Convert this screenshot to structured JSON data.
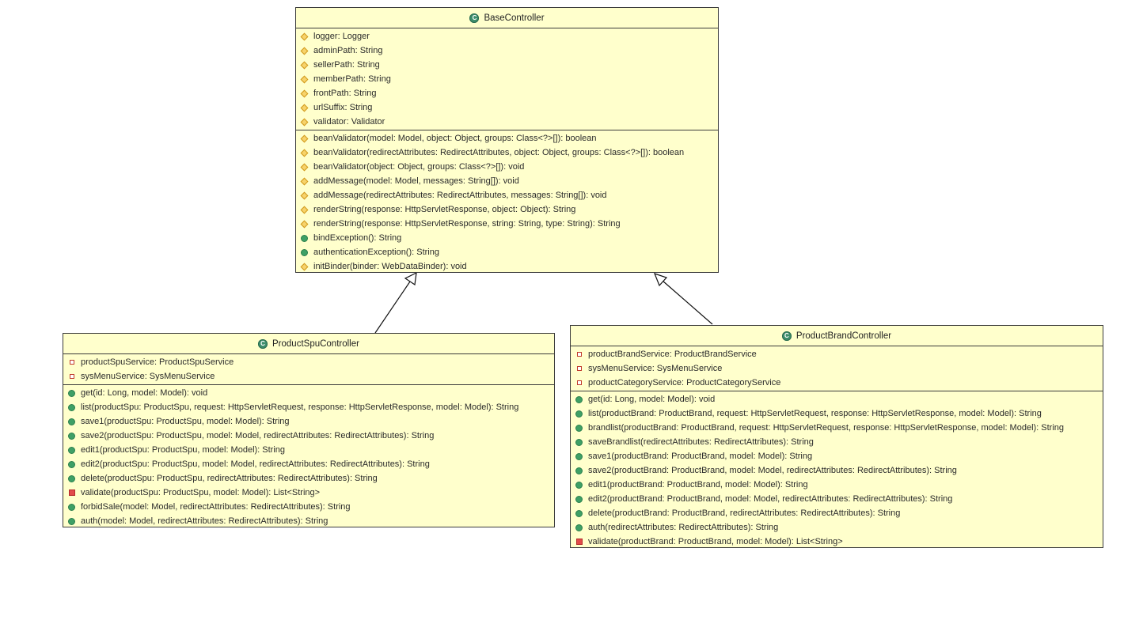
{
  "colors": {
    "class_fill": "#ffffcc",
    "border": "#3a3a3a",
    "class_icon": "#3e8f6c",
    "protected": "#f7d36b",
    "public": "#3fa066",
    "private": "#e24b4b"
  },
  "classes": {
    "base": {
      "name": "BaseController",
      "fields": [
        {
          "vis": "protected",
          "text": "logger: Logger"
        },
        {
          "vis": "protected",
          "text": "adminPath: String"
        },
        {
          "vis": "protected",
          "text": "sellerPath: String"
        },
        {
          "vis": "protected",
          "text": "memberPath: String"
        },
        {
          "vis": "protected",
          "text": "frontPath: String"
        },
        {
          "vis": "protected",
          "text": "urlSuffix: String"
        },
        {
          "vis": "protected",
          "text": "validator: Validator"
        }
      ],
      "methods": [
        {
          "vis": "protected",
          "text": "beanValidator(model: Model, object: Object, groups: Class<?>[]): boolean"
        },
        {
          "vis": "protected",
          "text": "beanValidator(redirectAttributes: RedirectAttributes, object: Object, groups: Class<?>[]): boolean"
        },
        {
          "vis": "protected",
          "text": "beanValidator(object: Object, groups: Class<?>[]): void"
        },
        {
          "vis": "protected",
          "text": "addMessage(model: Model, messages: String[]): void"
        },
        {
          "vis": "protected",
          "text": "addMessage(redirectAttributes: RedirectAttributes, messages: String[]): void"
        },
        {
          "vis": "protected",
          "text": "renderString(response: HttpServletResponse, object: Object): String"
        },
        {
          "vis": "protected",
          "text": "renderString(response: HttpServletResponse, string: String, type: String): String"
        },
        {
          "vis": "public",
          "text": "bindException(): String"
        },
        {
          "vis": "public",
          "text": "authenticationException(): String"
        },
        {
          "vis": "protected",
          "text": "initBinder(binder: WebDataBinder): void"
        }
      ]
    },
    "spu": {
      "name": "ProductSpuController",
      "fields": [
        {
          "vis": "private",
          "text": "productSpuService: ProductSpuService"
        },
        {
          "vis": "private",
          "text": "sysMenuService: SysMenuService"
        }
      ],
      "methods": [
        {
          "vis": "public",
          "text": "get(id: Long, model: Model): void"
        },
        {
          "vis": "public",
          "text": "list(productSpu: ProductSpu, request: HttpServletRequest, response: HttpServletResponse, model: Model): String"
        },
        {
          "vis": "public",
          "text": "save1(productSpu: ProductSpu, model: Model): String"
        },
        {
          "vis": "public",
          "text": "save2(productSpu: ProductSpu, model: Model, redirectAttributes: RedirectAttributes): String"
        },
        {
          "vis": "public",
          "text": "edit1(productSpu: ProductSpu, model: Model): String"
        },
        {
          "vis": "public",
          "text": "edit2(productSpu: ProductSpu, model: Model, redirectAttributes: RedirectAttributes): String"
        },
        {
          "vis": "public",
          "text": "delete(productSpu: ProductSpu, redirectAttributes: RedirectAttributes): String"
        },
        {
          "vis": "private",
          "text": "validate(productSpu: ProductSpu, model: Model): List<String>"
        },
        {
          "vis": "public",
          "text": "forbidSale(model: Model, redirectAttributes: RedirectAttributes): String"
        },
        {
          "vis": "public",
          "text": "auth(model: Model, redirectAttributes: RedirectAttributes): String"
        }
      ]
    },
    "brand": {
      "name": "ProductBrandController",
      "fields": [
        {
          "vis": "private",
          "text": "productBrandService: ProductBrandService"
        },
        {
          "vis": "private",
          "text": "sysMenuService: SysMenuService"
        },
        {
          "vis": "private",
          "text": "productCategoryService: ProductCategoryService"
        }
      ],
      "methods": [
        {
          "vis": "public",
          "text": "get(id: Long, model: Model): void"
        },
        {
          "vis": "public",
          "text": "list(productBrand: ProductBrand, request: HttpServletRequest, response: HttpServletResponse, model: Model): String"
        },
        {
          "vis": "public",
          "text": "brandlist(productBrand: ProductBrand, request: HttpServletRequest, response: HttpServletResponse, model: Model): String"
        },
        {
          "vis": "public",
          "text": "saveBrandlist(redirectAttributes: RedirectAttributes): String"
        },
        {
          "vis": "public",
          "text": "save1(productBrand: ProductBrand, model: Model): String"
        },
        {
          "vis": "public",
          "text": "save2(productBrand: ProductBrand, model: Model, redirectAttributes: RedirectAttributes): String"
        },
        {
          "vis": "public",
          "text": "edit1(productBrand: ProductBrand, model: Model): String"
        },
        {
          "vis": "public",
          "text": "edit2(productBrand: ProductBrand, model: Model, redirectAttributes: RedirectAttributes): String"
        },
        {
          "vis": "public",
          "text": "delete(productBrand: ProductBrand, redirectAttributes: RedirectAttributes): String"
        },
        {
          "vis": "public",
          "text": "auth(redirectAttributes: RedirectAttributes): String"
        },
        {
          "vis": "private",
          "text": "validate(productBrand: ProductBrand, model: Model): List<String>"
        }
      ]
    }
  },
  "relations": [
    {
      "from": "spu",
      "to": "base",
      "kind": "generalization"
    },
    {
      "from": "brand",
      "to": "base",
      "kind": "generalization"
    }
  ]
}
